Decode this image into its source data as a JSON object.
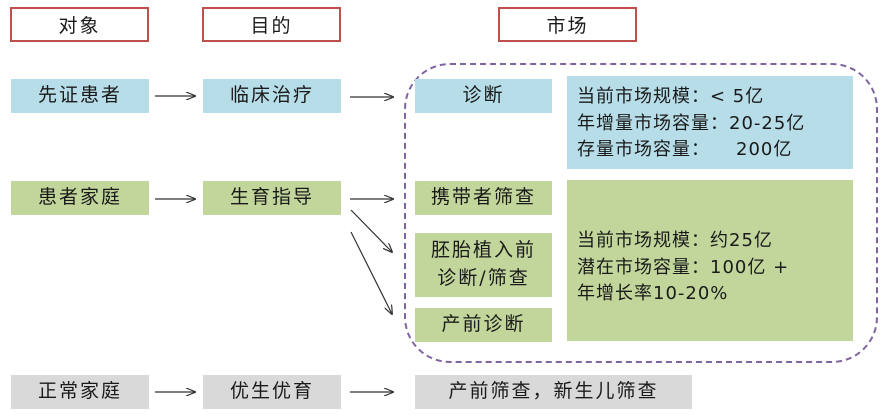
{
  "headers": {
    "object": "对象",
    "purpose": "目的",
    "market": "市场"
  },
  "rows": [
    {
      "object": "先证患者",
      "purpose": "临床治疗"
    },
    {
      "object": "患者家庭",
      "purpose": "生育指导"
    },
    {
      "object": "正常家庭",
      "purpose": "优生优育"
    }
  ],
  "markets": {
    "diagnosis": "诊断",
    "carrier_screening": "携带者筛查",
    "pgd_line1": "胚胎植入前",
    "pgd_line2": "诊断/筛查",
    "prenatal_diagnosis": "产前诊断",
    "prenatal_newborn": "产前筛查，新生儿筛查"
  },
  "info_blue": {
    "line1_label": "当前市场规模：",
    "line1_value": "< 5亿",
    "line2_label": "年增量市场容量：",
    "line2_value": "20-25亿",
    "line3_label": "存量市场容量：",
    "line3_value": "200亿"
  },
  "info_green": {
    "line1_label": "当前市场规模：",
    "line1_value": "约25亿",
    "line2_label": "潜在市场容量：",
    "line2_value": "100亿 +",
    "line3_label": "年增长率",
    "line3_value": "10-20%"
  },
  "colors": {
    "blue": "#b7dde8",
    "green": "#c2d69b",
    "gray": "#d9d9d9",
    "header_border": "#c0504d",
    "dashed_frame": "#8064a2"
  }
}
